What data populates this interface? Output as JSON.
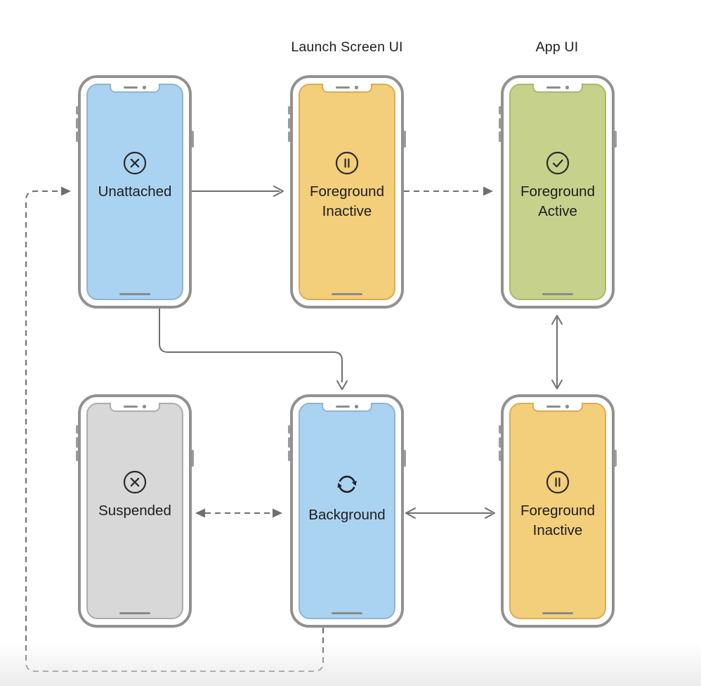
{
  "titles": {
    "launch_screen_ui": "Launch Screen UI",
    "app_ui": "App UI"
  },
  "states": [
    {
      "id": "unattached",
      "line1": "Unattached",
      "line2": "",
      "icon": "x-circle-icon",
      "screen_fill": "#AAD3F1",
      "screen_stroke": "#8FB3D4"
    },
    {
      "id": "foreground-inactive-launch",
      "line1": "Foreground",
      "line2": "Inactive",
      "icon": "pause-circle-icon",
      "screen_fill": "#F3CF7B",
      "screen_stroke": "#DCAB51"
    },
    {
      "id": "foreground-active",
      "line1": "Foreground",
      "line2": "Active",
      "icon": "check-circle-icon",
      "screen_fill": "#C6D28C",
      "screen_stroke": "#A9B966"
    },
    {
      "id": "suspended",
      "line1": "Suspended",
      "line2": "",
      "icon": "x-circle-icon",
      "screen_fill": "#D8D8D8",
      "screen_stroke": "#ACACAC"
    },
    {
      "id": "background",
      "line1": "Background",
      "line2": "",
      "icon": "refresh-circle-icon",
      "screen_fill": "#AAD3F1",
      "screen_stroke": "#8FB3D4"
    },
    {
      "id": "foreground-inactive-app",
      "line1": "Foreground",
      "line2": "Inactive",
      "icon": "pause-circle-icon",
      "screen_fill": "#F3CF7B",
      "screen_stroke": "#DCAB51"
    }
  ],
  "connections": [
    {
      "from": "unattached",
      "to": "foreground-inactive-launch",
      "line": "solid",
      "head": "open-chevron",
      "direction": "one-way"
    },
    {
      "from": "foreground-inactive-launch",
      "to": "foreground-active",
      "line": "dashed",
      "head": "filled-triangle",
      "direction": "one-way"
    },
    {
      "from": "unattached",
      "to": "background",
      "line": "solid",
      "head": "open-chevron",
      "direction": "one-way",
      "shape": "elbow-down"
    },
    {
      "from": "foreground-active",
      "to": "foreground-inactive-app",
      "line": "solid",
      "head": "open-chevron",
      "direction": "two-way"
    },
    {
      "from": "suspended",
      "to": "background",
      "line": "dashed",
      "head": "filled-triangle",
      "direction": "two-way"
    },
    {
      "from": "background",
      "to": "foreground-inactive-app",
      "line": "solid",
      "head": "open-chevron",
      "direction": "two-way"
    },
    {
      "from": "background",
      "to": "unattached",
      "line": "dashed",
      "head": "filled-triangle",
      "direction": "one-way",
      "shape": "loop-around-bottom-left"
    }
  ],
  "colors": {
    "background": "#FFFFFF",
    "phone_frame": "#919191",
    "arrow": "#6F6F6F",
    "icon": "#2B2B2B",
    "text": "#1D1D1F",
    "home_indicator": "#8A8A8A"
  }
}
